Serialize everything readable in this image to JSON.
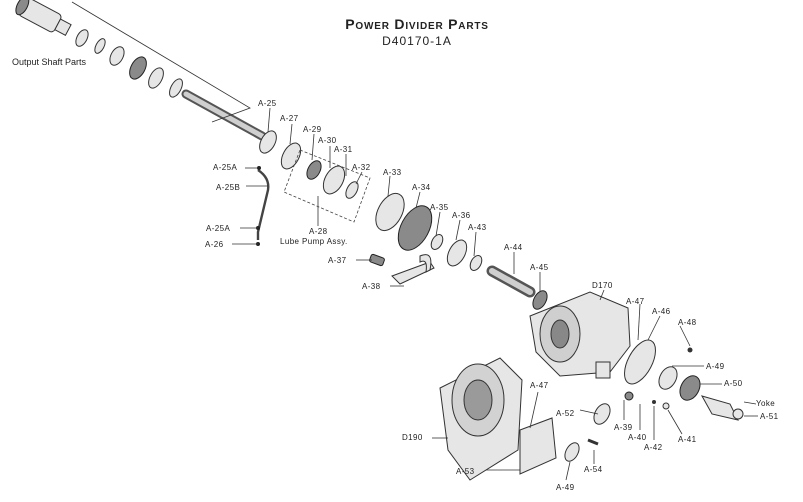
{
  "title": "Power Divider Parts",
  "subtitle": "D40170-1A",
  "side_label": "Output Shaft Parts",
  "callouts": {
    "a25": "A-25",
    "a27": "A-27",
    "a29": "A-29",
    "a30": "A-30",
    "a31": "A-31",
    "a32": "A-32",
    "a33": "A-33",
    "a34": "A-34",
    "a35": "A-35",
    "a36": "A-36",
    "a43": "A-43",
    "a44": "A-44",
    "a45": "A-45",
    "a25a_top": "A-25A",
    "a25b": "A-25B",
    "a25a_bottom": "A-25A",
    "a26": "A-26",
    "a28": "A-28",
    "lube": "Lube Pump Assy.",
    "a37": "A-37",
    "a38": "A-38",
    "d170": "D170",
    "a47_top": "A-47",
    "a46": "A-46",
    "a48": "A-48",
    "a49_top": "A-49",
    "a50": "A-50",
    "yoke": "Yoke",
    "a51": "A-51",
    "a47_bottom": "A-47",
    "a52": "A-52",
    "a39": "A-39",
    "a40": "A-40",
    "a42": "A-42",
    "a41": "A-41",
    "d190": "D190",
    "a53": "A-53",
    "a54": "A-54",
    "a49_bottom": "A-49"
  }
}
